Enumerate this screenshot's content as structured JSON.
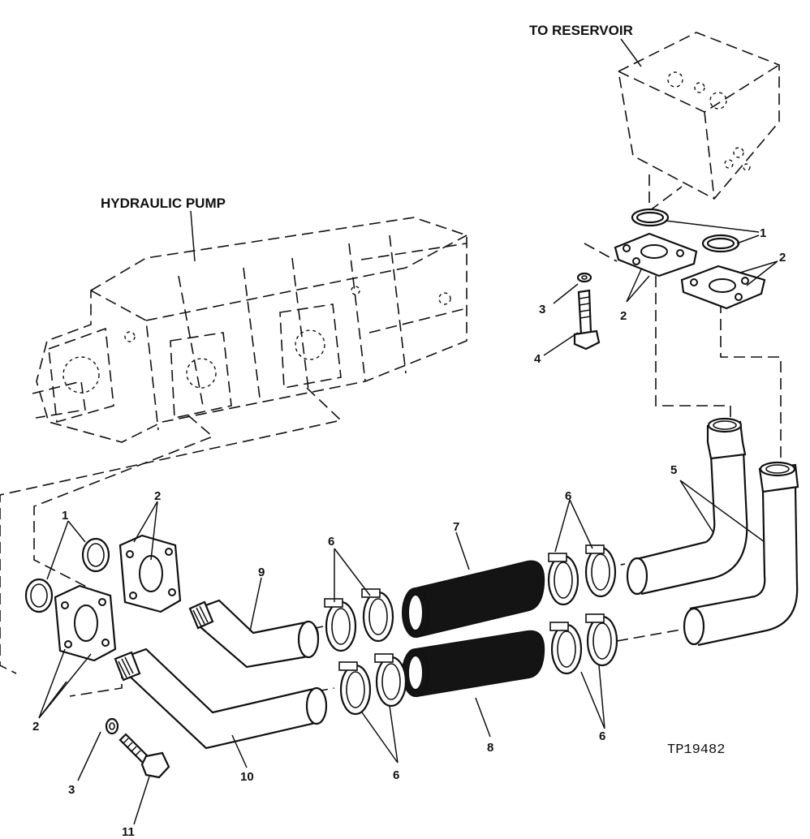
{
  "labels": {
    "to_reservoir": "TO RESERVOIR",
    "hydraulic_pump": "HYDRAULIC PUMP",
    "catalog_id": "TP19482"
  },
  "callouts": {
    "c1_top": "1",
    "c2_top_right": "2",
    "c2_top_mid": "2",
    "c3_top": "3",
    "c4": "4",
    "c5": "5",
    "c6_upper_left": "6",
    "c6_upper_right": "6",
    "c7": "7",
    "c1_left": "1",
    "c2_left_mid": "2",
    "c9": "9",
    "c2_left_bottom": "2",
    "c8": "8",
    "c6_lower_right": "6",
    "c6_lower_left": "6",
    "c10": "10",
    "c3_bottom": "3",
    "c11": "11"
  }
}
